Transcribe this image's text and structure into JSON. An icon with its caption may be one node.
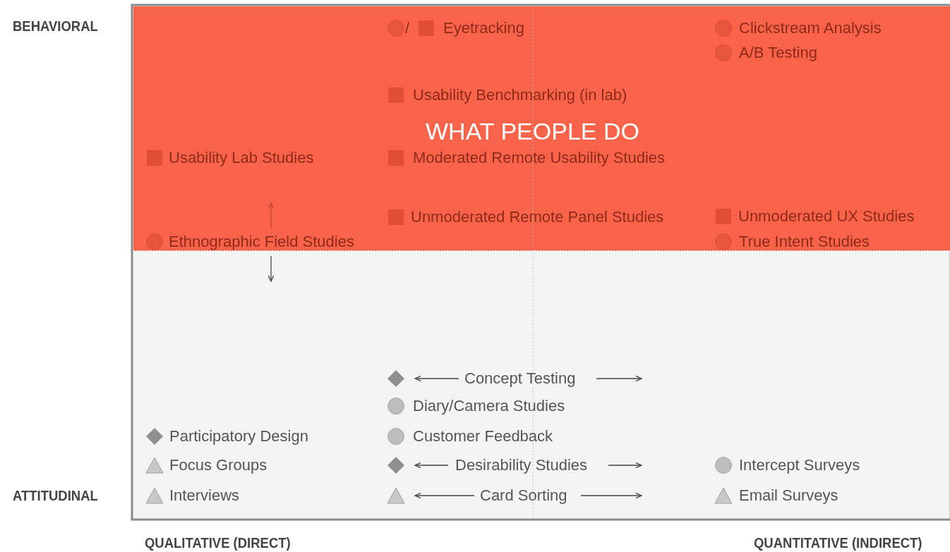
{
  "diagram": {
    "nodes": [
      {
        "text": [
          "WHAT PEOPLE DO"
        ]
      }
    ],
    "edges": [],
    "labels": [
      "BEHAVIORAL",
      "/",
      "Eyetracking",
      "Clickstream Analysis",
      "A/B Testing",
      "Usability Benchmarking (in lab)",
      "Usability Lab Studies",
      "Moderated Remote Usability Studies",
      "Unmoderated Remote Panel Studies",
      "Unmoderated UX Studies",
      "Ethnographic Field Studies",
      "True Intent Studies",
      "Concept Testing",
      "Diary/Camera Studies",
      "Participatory Design",
      "Customer Feedback",
      "Focus Groups",
      "Desirability Studies",
      "Intercept Surveys",
      "ATTITUDINAL",
      "Interviews",
      "Card Sorting",
      "Email Surveys",
      "QUALITATIVE (DIRECT)",
      "QUANTITATIVE (INDIRECT)"
    ]
  }
}
